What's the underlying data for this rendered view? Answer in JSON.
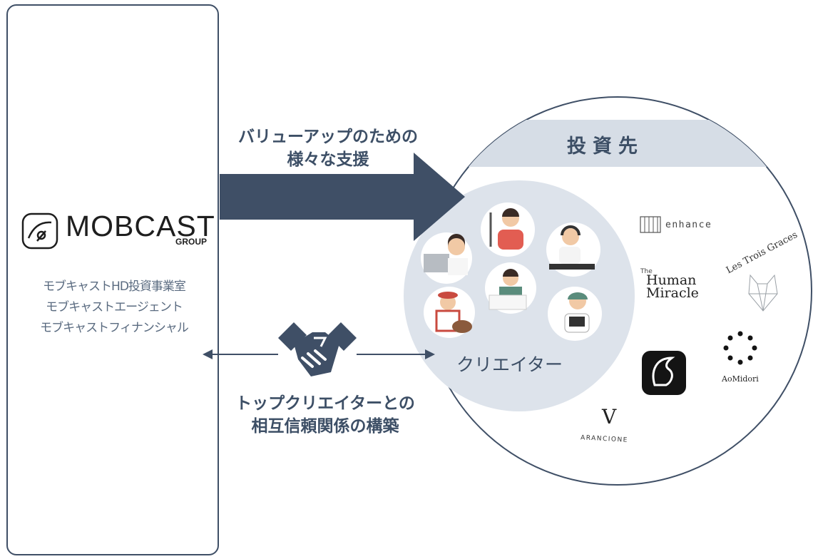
{
  "left_panel": {
    "logo_main": "MOBCAST",
    "logo_sub": "GROUP",
    "teams": [
      "モブキャストHD投資事業室",
      "モブキャストエージェント",
      "モブキャストフィナンシャル"
    ]
  },
  "support_arrow": {
    "line1": "バリューアップのための",
    "line2": "様々な支援"
  },
  "relation_arrow": {
    "line1": "トップクリエイターとの",
    "line2": "相互信頼関係の構築"
  },
  "investees": {
    "title": "投資先",
    "creators_label": "クリエイター",
    "brands": {
      "enhance": "enhance",
      "the_human_miracle": {
        "the": "The",
        "line1": "Human",
        "line2": "Miracle"
      },
      "les_trois_graces": "Les Trois Graces",
      "aomidori": "AoMidori",
      "arancione": "ARANCIONE",
      "arancione_mark": "V"
    }
  },
  "colors": {
    "navy": "#3f4f66",
    "band": "#d6dde6",
    "creator_circle": "#dde3eb"
  }
}
